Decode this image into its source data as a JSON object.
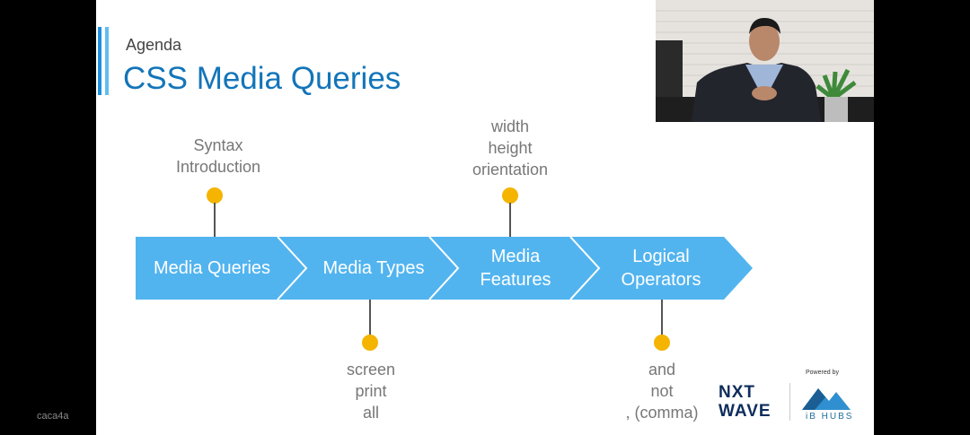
{
  "slide": {
    "agenda_label": "Agenda",
    "title": "CSS Media Queries"
  },
  "timeline": {
    "segments": [
      {
        "label": "Media Queries"
      },
      {
        "label": "Media Types"
      },
      {
        "label": "Media Features"
      },
      {
        "label": "Logical Operators"
      }
    ],
    "annotations": {
      "top_1": [
        "Syntax",
        "Introduction"
      ],
      "top_2": [
        "width",
        "height",
        "orientation"
      ],
      "bottom_1": [
        "screen",
        "print",
        "all"
      ],
      "bottom_2": [
        "and",
        "not",
        ", (comma)"
      ]
    }
  },
  "branding": {
    "nxt_line1": "NXT",
    "nxt_line2": "WAVE",
    "powered_by": "Powered by",
    "ib_hubs": "iB HUBS"
  },
  "watermark": "caca4a",
  "colors": {
    "segment": "#52b4ef",
    "dot": "#f4b400",
    "title": "#1375b9"
  }
}
